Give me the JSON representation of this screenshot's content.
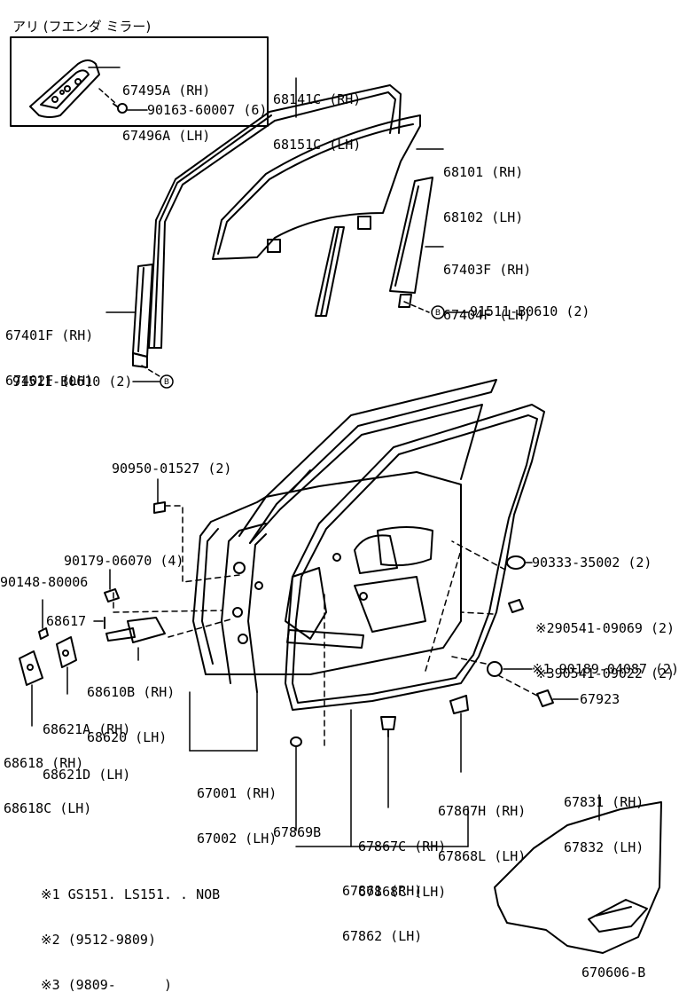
{
  "inset_title": "アリ (フエンダ ミラー)",
  "labels": {
    "p67495": [
      "67495A (RH)",
      "67496A (LH)"
    ],
    "p90163": "90163-60007 (6)",
    "p68141": [
      "68141C (RH)",
      "68151C (LH)"
    ],
    "p68101": [
      "68101 (RH)",
      "68102 (LH)"
    ],
    "p67403": [
      "67403F (RH)",
      "67404F (LH)"
    ],
    "p91511_right": "91511-B0610 (2)",
    "p67401": [
      "67401F (RH)",
      "67402F (LH)"
    ],
    "p91511_left": "91511-B0610 (2)",
    "p90950": "90950-01527 (2)",
    "p90179": "90179-06070 (4)",
    "p90148": "90148-80006",
    "p68617": "68617",
    "p68610": [
      "68610B (RH)",
      "68620 (LH)"
    ],
    "p68621": [
      "68621A (RH)",
      "68621D (LH)"
    ],
    "p68618": [
      "68618 (RH)",
      "68618C (LH)"
    ],
    "p90333": "90333-35002 (2)",
    "p90541": [
      "※290541-09069 (2)",
      "※390541-09022 (2)"
    ],
    "p90189": "※1 90189-04087 (2)",
    "p67923": "67923",
    "p67001": [
      "67001 (RH)",
      "67002 (LH)"
    ],
    "p67867H": [
      "67867H (RH)",
      "67868L (LH)"
    ],
    "p67831": [
      "67831 (RH)",
      "67832 (LH)"
    ],
    "p67867C": [
      "67867C (RH)",
      "67868C (LH)"
    ],
    "p67869B": "67869B",
    "p67861": [
      "67861 (RH)",
      "67862 (LH)"
    ],
    "diagram_code": "670606-B"
  },
  "notes": [
    "※1 GS151. LS151. . NOB",
    "※2 (9512-9809)",
    "※3 (9809-      )"
  ],
  "callout_letter": "B"
}
